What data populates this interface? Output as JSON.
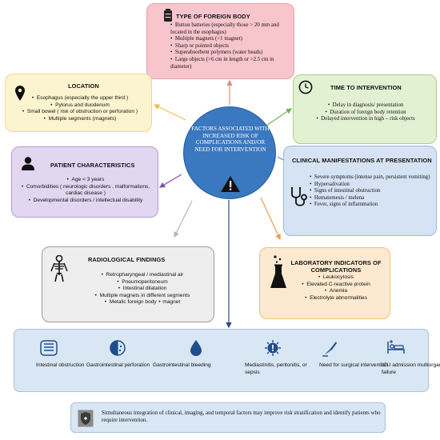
{
  "center": {
    "text": "FACTORS ASSOCIATED WITH INCREASED RISK OF COMPLICATIONS AND/OR NEED FOR INTERVENTION",
    "icon": "warning-triangle-icon"
  },
  "foreign_body": {
    "title": "TYPE OF FOREIGN BODY",
    "icon": "battery-icon",
    "items": [
      "Button batteries (especially those > 20 mm and located in the esophagus)",
      "Multiple magnets (>1 magnet)",
      "Sharp or pointed objects",
      "Superabsorbent polymers (water beads)",
      "Large objects (>6 cm in length or >2.5 cm in diameter)"
    ]
  },
  "location": {
    "title": "LOCATION",
    "icon": "map-pin-icon",
    "items": [
      "Esophagus (especially the upper third )",
      "Pylorus and  duodenum",
      "Small bowel  ( risk of obstruction or perforation )",
      "Multiple segments  (magnets)"
    ]
  },
  "time": {
    "title": "TIME TO INTERVENTION",
    "icon": "clock-icon",
    "items": [
      "Delay in diagnosis/ presentation",
      "Duration of foreign body retention",
      "Delayed intervention in high – risk objects"
    ]
  },
  "patient": {
    "title": "PATIENT CHARACTERISTICS",
    "icon": "person-icon",
    "items": [
      "Age  < 3 years",
      "Comorbidities ( neurologic disorders , malformations, cardiac disease )",
      "Developmental disorders / intellectual disability"
    ]
  },
  "clinical": {
    "title": "CLINICAL MANIFESTATIONS AT PRESENTATION",
    "icon": "stethoscope-icon",
    "items": [
      "Severe symptoms (intense pain, persistent vomiting)",
      "Hypersalivation",
      "Signs of intestinal obstruction",
      "Hematemesis / melena",
      "Fever, signs of inflammation"
    ]
  },
  "radio": {
    "title": "RADIOLOGICAL FINDINGS",
    "icon": "skeleton-icon",
    "items": [
      "Retropharyngeal / mediastinal air",
      "Pneumoperitoneum",
      "Intestinal dilatation",
      "Multiple magnets in different segments",
      "Metalic foreign body + magnet"
    ]
  },
  "lab": {
    "title": "LABORATORY  INDICATORS OF COMPLICATIONS",
    "icon": "flask-icon",
    "items": [
      "Leukocytosis",
      "Elevated C-reactive protein",
      "Anemia",
      "Electrolyte abnormalities"
    ]
  },
  "outcomes": [
    {
      "label": "Intestinal obstruction",
      "icon": "intestine-icon"
    },
    {
      "label": "Gastrointestinal perforation",
      "icon": "perforation-icon"
    },
    {
      "label": "Gastrointestinal bleeding",
      "icon": "blood-drop-icon"
    },
    {
      "label": "Mediastinitis, peritonitis, or sepsis",
      "icon": "bacteria-icon"
    },
    {
      "label": "Need for surgical intervention",
      "icon": "scalpel-icon"
    },
    {
      "label": "ICU admission multiorgan failure",
      "icon": "hospital-bed-icon"
    }
  ],
  "note": {
    "icon": "shield-icon",
    "text": "Simultaneous integration of clinical, imaging, and temporal factors may improve risk stratification and identify patients who require intervention."
  },
  "colors": {
    "center": "#3a78bf",
    "foreign_body": "#f8c5cc",
    "location": "#fcf4ce",
    "time": "#e3f1d3",
    "patient": "#e2d6f0",
    "clinical": "#d6e3f5",
    "radio": "#eeeeee",
    "lab": "#fce9cf",
    "outcomes": "#d9e6f4"
  }
}
